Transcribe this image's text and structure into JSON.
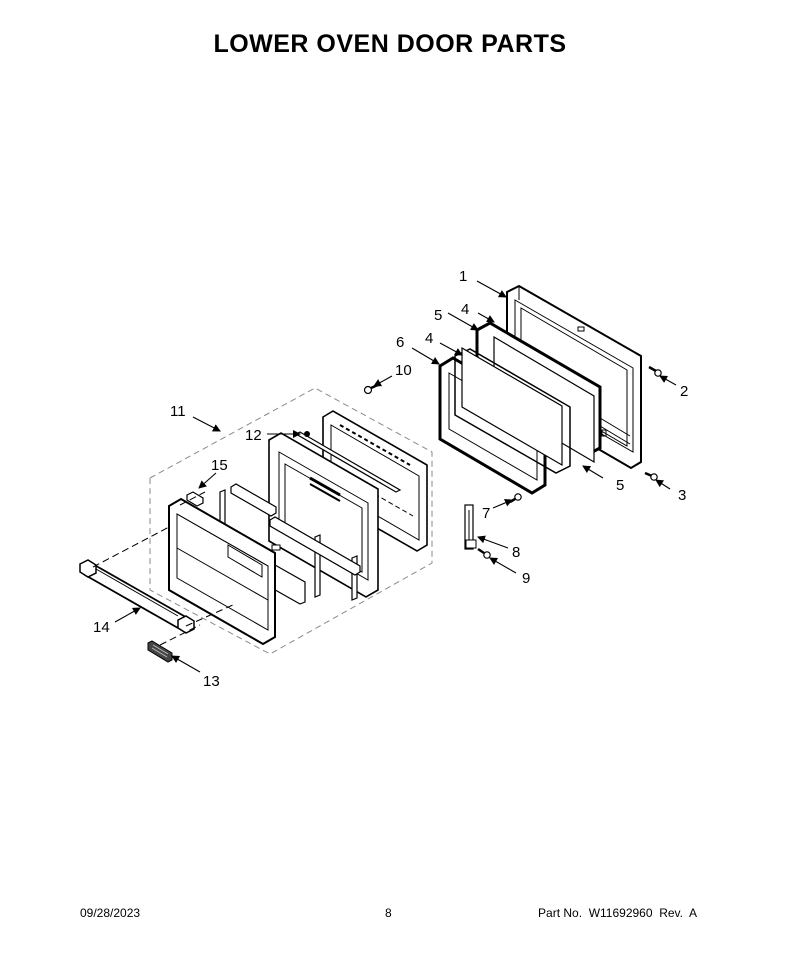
{
  "title": "LOWER OVEN DOOR PARTS",
  "callouts": [
    "1",
    "2",
    "3",
    "4",
    "5",
    "6",
    "7",
    "8",
    "9",
    "10",
    "11",
    "12",
    "13",
    "14",
    "15"
  ],
  "footer": {
    "date": "09/28/2023",
    "page": "8",
    "part_number": "Part No.  W11692960  Rev.  A"
  }
}
